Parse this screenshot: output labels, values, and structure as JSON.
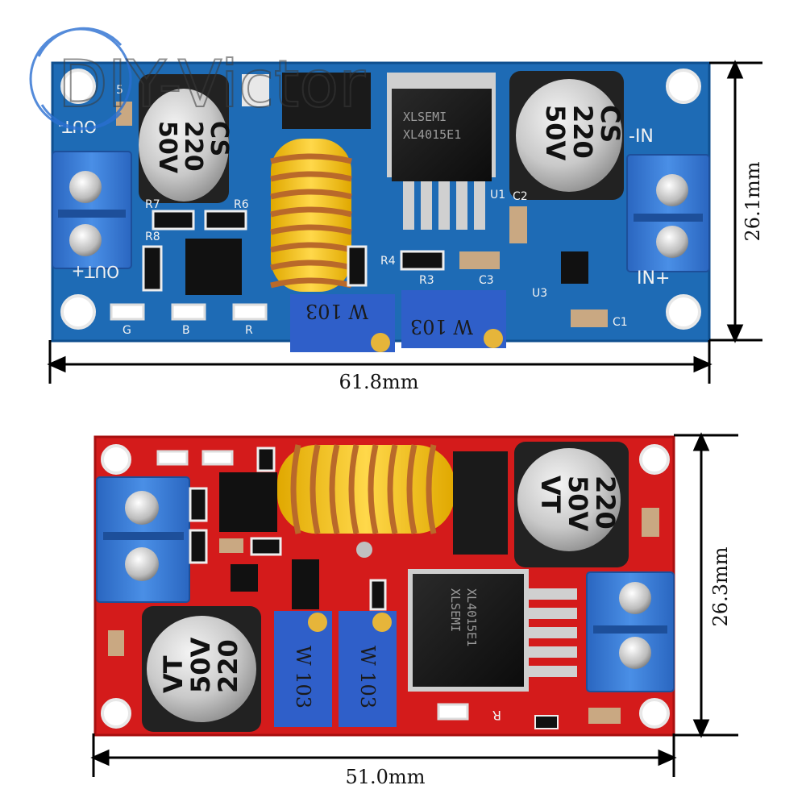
{
  "watermark": {
    "text": "DIY-Victor"
  },
  "colors": {
    "blue_pcb": "#1e6bb5",
    "blue_pcb_dark": "#0f4f8f",
    "red_pcb": "#d41b1b",
    "red_pcb_dark": "#a80f0f",
    "terminal": "#3b7fd6",
    "pot": "#2f5fc9",
    "copper": "#c8863a",
    "core": "#f0c419",
    "dimension": "#000000"
  },
  "board_top": {
    "width_label": "61.8mm",
    "height_label": "26.1mm",
    "cap_left": {
      "line1": "CS",
      "line2": "220",
      "line3": "50V"
    },
    "cap_right": {
      "line1": "CS",
      "line2": "220",
      "line3": "50V"
    },
    "chip": {
      "line1": "XLSEMI",
      "line2": "XL4015E1"
    },
    "pots": [
      "W 103",
      "W 103"
    ],
    "silk": {
      "out_minus": "OUT-",
      "out_plus": "OUT+",
      "in_minus": "-IN",
      "in_plus": "IN+",
      "r7": "R7",
      "r6": "R6",
      "r8": "R8",
      "r4": "R4",
      "r3": "R3",
      "c2": "C2",
      "c3": "C3",
      "c1": "C1",
      "u1": "U1",
      "u3": "U3",
      "led_g": "G",
      "led_b": "B",
      "led_r": "R",
      "c5": "5"
    }
  },
  "board_bottom": {
    "width_label": "51.0mm",
    "height_label": "26.3mm",
    "cap_top": {
      "line1": "220",
      "line2": "50V",
      "line3": "VT"
    },
    "cap_left": {
      "line1": "VT",
      "line2": "50V",
      "line3": "220"
    },
    "chip": {
      "line1": "XLSEMI",
      "line2": "XL4015E1"
    },
    "pots": [
      "W 103",
      "W 103"
    ],
    "silk": {
      "led_r": "R"
    }
  }
}
